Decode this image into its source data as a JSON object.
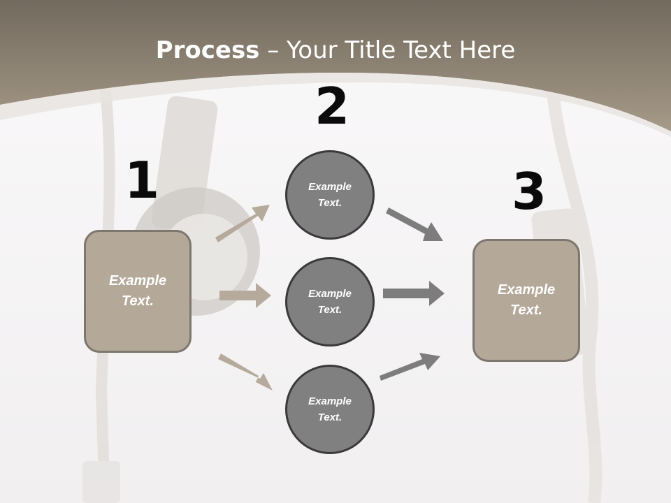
{
  "title": {
    "bold": "Process",
    "rest": " – Your Title Text Here"
  },
  "steps": {
    "n1": "1",
    "n2": "2",
    "n3": "3"
  },
  "left_box": {
    "label": "Example\nText."
  },
  "right_box": {
    "label": "Example\nText."
  },
  "circles": [
    {
      "label": "Example\nText."
    },
    {
      "label": "Example\nText."
    },
    {
      "label": "Example\nText."
    }
  ],
  "colors": {
    "header": "#8a7d6d",
    "box_fill": "#b4a898",
    "circle_fill": "#808080",
    "arrow_left": "#b5aa9b",
    "arrow_right": "#7d7d7d"
  }
}
